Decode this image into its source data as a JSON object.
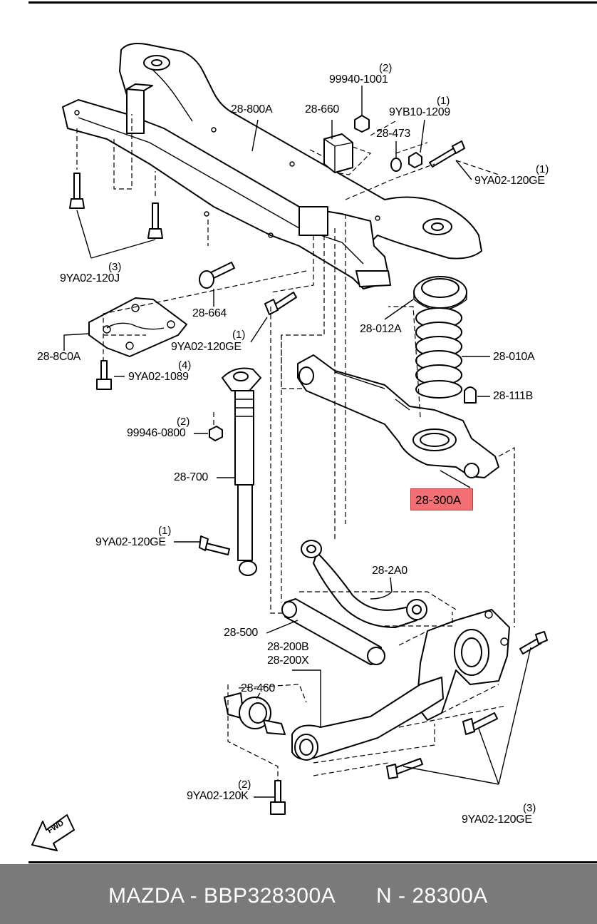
{
  "labels": {
    "p_28_800A": "28-800A",
    "p_99940_1001": "99940-1001",
    "q_99940_1001": "(2)",
    "p_28_660": "28-660",
    "p_9YB10_1209": "9YB10-1209",
    "q_9YB10_1209": "(1)",
    "p_28_473": "28-473",
    "p_9YA02_120GE_top": "9YA02-120GE",
    "q_9YA02_120GE_top": "(1)",
    "p_9YA02_120J": "9YA02-120J",
    "q_9YA02_120J": "(3)",
    "p_28_664": "28-664",
    "p_28_012A": "28-012A",
    "p_28_8C0A": "28-8C0A",
    "p_9YA02_120GE_mid": "9YA02-120GE",
    "q_9YA02_120GE_mid": "(1)",
    "p_28_010A": "28-010A",
    "p_9YA02_1089": "9YA02-1089",
    "q_9YA02_1089": "(4)",
    "p_28_111B": "28-111B",
    "p_99946_0800": "99946-0800",
    "q_99946_0800": "(2)",
    "p_28_700": "28-700",
    "p_28_300A": "28-300A",
    "p_9YA02_120GE_left": "9YA02-120GE",
    "q_9YA02_120GE_left": "(1)",
    "p_28_2A0": "28-2A0",
    "p_28_500": "28-500",
    "p_28_200B": "28-200B",
    "p_28_200X": "28-200X",
    "p_28_460": "28-460",
    "p_9YA02_120K": "9YA02-120K",
    "q_9YA02_120K": "(2)",
    "p_9YA02_120GE_bot": "9YA02-120GE",
    "q_9YA02_120GE_bot": "(3)",
    "fwd": "FWD"
  },
  "highlight_color": "#f36f73",
  "footer": {
    "brand_part": "MAZDA - BBP328300A",
    "oem_part": "N - 28300A",
    "background": "#7a7a7a"
  }
}
